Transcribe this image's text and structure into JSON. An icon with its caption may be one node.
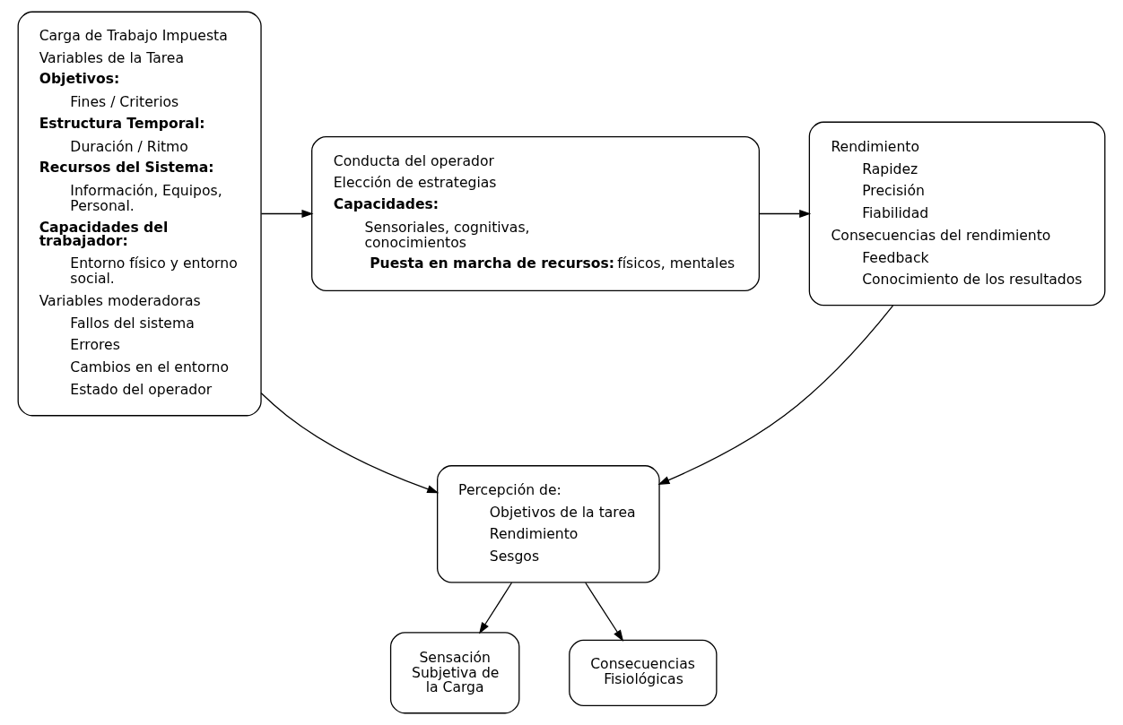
{
  "diagram": {
    "nodes": [
      {
        "text": [
          "Carga de Trabajo Impuesta",
          "Variables de la Tarea",
          "Objetivos:",
          "Fines / Criterios",
          "Estructura Temporal:",
          "Duración / Ritmo",
          "Recursos del Sistema:",
          "Información, Equipos, Personal.",
          "Capacidades del trabajador:",
          "Entorno físico y entorno social.",
          "Variables moderadoras",
          "Fallos del sistema",
          "Errores",
          "Cambios en el entorno",
          "Estado del operador"
        ]
      },
      {
        "text": [
          "Conducta del operador",
          "Elección de estrategias",
          "Capacidades:",
          "Sensoriales, cognitivas, conocimientos",
          "**Puesta en marcha de recursos:** físicos, mentales"
        ]
      },
      {
        "text": [
          "Rendimiento",
          "Rapidez",
          "Precisión",
          "Fiabilidad",
          "Consecuencias del rendimiento",
          "Feedback",
          "Conocimiento de los resultados"
        ]
      },
      {
        "text": [
          "Percepción de:",
          "Objetivos de la tarea",
          "Rendimiento",
          "Sesgos"
        ]
      },
      {
        "text": [
          "Sensación Subjetiva de la Carga"
        ]
      },
      {
        "text": [
          "Consecuencias Fisiológicas"
        ]
      }
    ],
    "edges": [
      {
        "from": 0,
        "to": 1,
        "arrow": "to"
      },
      {
        "from": 1,
        "to": 2,
        "arrow": "to"
      },
      {
        "from": 2,
        "to": 3,
        "arrow": "to"
      },
      {
        "from": 0,
        "to": 3,
        "arrow": "to"
      },
      {
        "from": 3,
        "to": 4,
        "arrow": "to"
      },
      {
        "from": 3,
        "to": 5,
        "arrow": "to"
      }
    ]
  }
}
